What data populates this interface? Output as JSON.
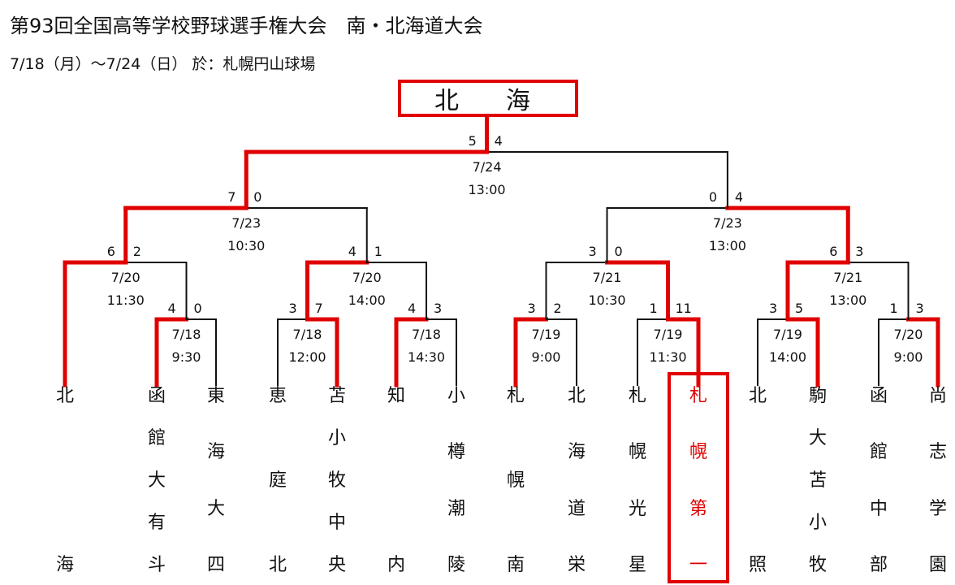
{
  "header": {
    "title": "第93回全国高等学校野球選手権大会　南・北海道大会",
    "subtitle": "7/18（月）～7/24（日） 於：札幌円山球場"
  },
  "champion": "北　海",
  "teams": [
    {
      "id": "t1",
      "chars": [
        "北",
        "海"
      ],
      "winner": false
    },
    {
      "id": "t2",
      "chars": [
        "函",
        "館",
        "大",
        "有",
        "斗"
      ],
      "winner": false
    },
    {
      "id": "t3",
      "chars": [
        "東",
        "海",
        "大",
        "四"
      ],
      "winner": false
    },
    {
      "id": "t4",
      "chars": [
        "恵",
        "庭",
        "北"
      ],
      "winner": false
    },
    {
      "id": "t5",
      "chars": [
        "苫",
        "小",
        "牧",
        "中",
        "央"
      ],
      "winner": false
    },
    {
      "id": "t6",
      "chars": [
        "知",
        "内"
      ],
      "winner": false
    },
    {
      "id": "t7",
      "chars": [
        "小",
        "樽",
        "潮",
        "陵"
      ],
      "winner": false
    },
    {
      "id": "t8",
      "chars": [
        "札",
        "幌",
        "南"
      ],
      "winner": false
    },
    {
      "id": "t9",
      "chars": [
        "北",
        "海",
        "道",
        "栄"
      ],
      "winner": false
    },
    {
      "id": "t10",
      "chars": [
        "札",
        "幌",
        "光",
        "星"
      ],
      "winner": false
    },
    {
      "id": "t11",
      "chars": [
        "札",
        "幌",
        "第",
        "一"
      ],
      "winner": true
    },
    {
      "id": "t12",
      "chars": [
        "北",
        "照"
      ],
      "winner": false
    },
    {
      "id": "t13",
      "chars": [
        "駒",
        "大",
        "苫",
        "小",
        "牧"
      ],
      "winner": false
    },
    {
      "id": "t14",
      "chars": [
        "函",
        "館",
        "中",
        "部"
      ],
      "winner": false
    },
    {
      "id": "t15",
      "chars": [
        "尚",
        "志",
        "学",
        "園"
      ],
      "winner": false
    }
  ],
  "games": [
    {
      "id": "g1",
      "date": "7/18",
      "time": "9:30",
      "score_left": "4",
      "score_right": "0"
    },
    {
      "id": "g2",
      "date": "7/18",
      "time": "12:00",
      "score_left": "3",
      "score_right": "7"
    },
    {
      "id": "g3",
      "date": "7/18",
      "time": "14:30",
      "score_left": "4",
      "score_right": "3"
    },
    {
      "id": "g4",
      "date": "7/19",
      "time": "9:00",
      "score_left": "3",
      "score_right": "2"
    },
    {
      "id": "g5",
      "date": "7/19",
      "time": "11:30",
      "score_left": "1",
      "score_right": "11"
    },
    {
      "id": "g6",
      "date": "7/19",
      "time": "14:00",
      "score_left": "3",
      "score_right": "5"
    },
    {
      "id": "g7",
      "date": "7/20",
      "time": "9:00",
      "score_left": "1",
      "score_right": "3"
    },
    {
      "id": "g8",
      "date": "7/20",
      "time": "11:30",
      "score_left": "6",
      "score_right": "2"
    },
    {
      "id": "g9",
      "date": "7/20",
      "time": "14:00",
      "score_left": "4",
      "score_right": "1"
    },
    {
      "id": "g10",
      "date": "7/21",
      "time": "10:30",
      "score_left": "3",
      "score_right": "0"
    },
    {
      "id": "g11",
      "date": "7/21",
      "time": "13:00",
      "score_left": "6",
      "score_right": "3"
    },
    {
      "id": "g12",
      "date": "7/23",
      "time": "10:30",
      "score_left": "7",
      "score_right": "0"
    },
    {
      "id": "g13",
      "date": "7/23",
      "time": "13:00",
      "score_left": "0",
      "score_right": "4"
    },
    {
      "id": "g14",
      "date": "7/24",
      "time": "13:00",
      "score_left": "5",
      "score_right": "4"
    }
  ],
  "colors": {
    "winner_path": "#e00000",
    "loser_path": "#111111",
    "winner_text": "#e00000"
  }
}
